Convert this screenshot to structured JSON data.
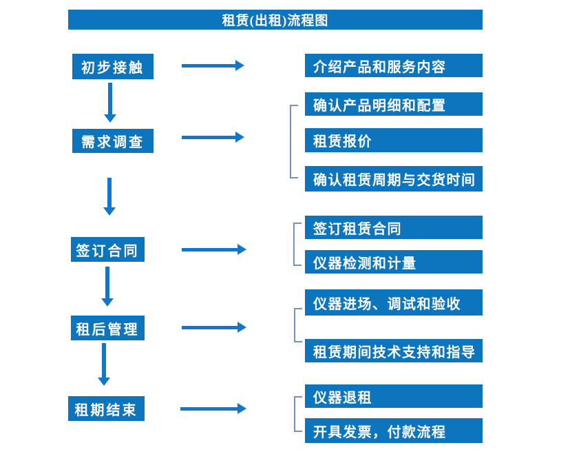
{
  "title": "租赁(出租)流程图",
  "colors": {
    "box_blue": "#0d74be",
    "arrow_blue": "#1277ca",
    "bracket_blue": "#7292c4",
    "text_white": "#ffffff",
    "background": "#ffffff"
  },
  "steps": [
    {
      "label": "初步接触",
      "details": [
        "介绍产品和服务内容"
      ]
    },
    {
      "label": "需求调查",
      "details": [
        "确认产品明细和配置",
        "租赁报价",
        "确认租赁周期与交货时间"
      ]
    },
    {
      "label": "签订合同",
      "details": [
        "签订租赁合同",
        "仪器检测和计量"
      ]
    },
    {
      "label": "租后管理",
      "details": [
        "仪器进场、调试和验收",
        "租赁期间技术支持和指导"
      ]
    },
    {
      "label": "租期结束",
      "details": [
        "仪器退租",
        "开具发票，付款流程"
      ]
    }
  ]
}
